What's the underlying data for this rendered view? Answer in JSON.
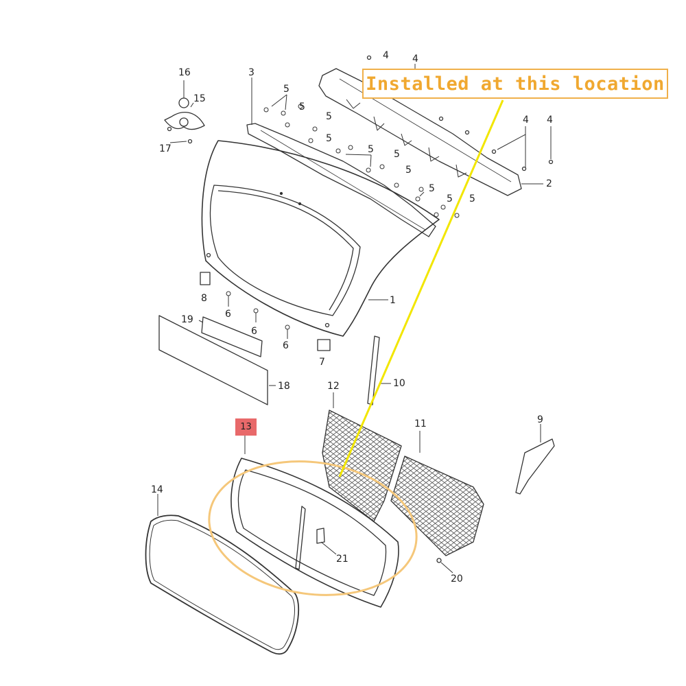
{
  "callout": {
    "text": "Installed at this location"
  },
  "highlight_part": "13",
  "colors": {
    "highlight_ellipse": "#f5c77a",
    "leader_line": "#f2e600",
    "tag_fill": "#e8696a",
    "callout_text": "#f0a830",
    "line_art": "#333333"
  },
  "part_labels": [
    {
      "id": "p4a",
      "text": "4"
    },
    {
      "id": "p4b",
      "text": "4"
    },
    {
      "id": "p4c",
      "text": "4"
    },
    {
      "id": "p4d",
      "text": "4"
    },
    {
      "id": "p3",
      "text": "3"
    },
    {
      "id": "p16",
      "text": "16"
    },
    {
      "id": "p15",
      "text": "15"
    },
    {
      "id": "p17",
      "text": "17"
    },
    {
      "id": "p5a",
      "text": "5"
    },
    {
      "id": "p5b",
      "text": "5"
    },
    {
      "id": "p5c",
      "text": "5"
    },
    {
      "id": "p5d",
      "text": "5"
    },
    {
      "id": "p5e",
      "text": "5"
    },
    {
      "id": "p5f",
      "text": "5"
    },
    {
      "id": "p5g",
      "text": "5"
    },
    {
      "id": "p5h",
      "text": "5"
    },
    {
      "id": "p5i",
      "text": "5"
    },
    {
      "id": "p5j",
      "text": "5"
    },
    {
      "id": "p2",
      "text": "2"
    },
    {
      "id": "p1",
      "text": "1"
    },
    {
      "id": "p8",
      "text": "8"
    },
    {
      "id": "p6a",
      "text": "6"
    },
    {
      "id": "p6b",
      "text": "6"
    },
    {
      "id": "p6c",
      "text": "6"
    },
    {
      "id": "p19",
      "text": "19"
    },
    {
      "id": "p7",
      "text": "7"
    },
    {
      "id": "p18",
      "text": "18"
    },
    {
      "id": "p10",
      "text": "10"
    },
    {
      "id": "p12",
      "text": "12"
    },
    {
      "id": "p11",
      "text": "11"
    },
    {
      "id": "p9",
      "text": "9"
    },
    {
      "id": "p14",
      "text": "14"
    },
    {
      "id": "p21",
      "text": "21"
    },
    {
      "id": "p20",
      "text": "20"
    }
  ]
}
